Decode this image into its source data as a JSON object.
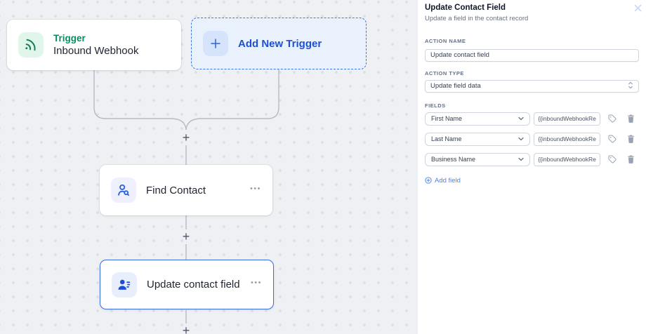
{
  "colors": {
    "accent_blue": "#2563eb",
    "accent_green": "#0e8a62",
    "selected_node_border": "#3b6fe0",
    "canvas_bg": "#eef0f3",
    "add_trigger_bg": "#e9f1fd",
    "muted_icon": "#98a2b3"
  },
  "icons": {
    "plus": "+",
    "more": "•••"
  },
  "canvas": {
    "trigger_node": {
      "type_label": "Trigger",
      "title": "Inbound Webhook"
    },
    "add_trigger_node": {
      "label": "Add New Trigger"
    },
    "find_contact_node": {
      "title": "Find Contact"
    },
    "update_contact_node": {
      "title": "Update contact field"
    }
  },
  "panel": {
    "title": "Update Contact Field",
    "subtitle": "Update a field in the contact record",
    "action_name": {
      "label": "ACTION NAME",
      "value": "Update contact field"
    },
    "action_type": {
      "label": "ACTION TYPE",
      "value": "Update field data"
    },
    "fields": {
      "label": "FIELDS",
      "rows": [
        {
          "field": "First Name",
          "value": "{{inboundWebhookRequest"
        },
        {
          "field": "Last Name",
          "value": "{{inboundWebhookRequest"
        },
        {
          "field": "Business Name",
          "value": "{{inboundWebhookRequest"
        }
      ],
      "add_field_label": "Add field"
    }
  }
}
